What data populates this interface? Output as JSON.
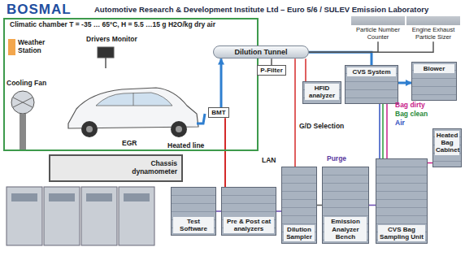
{
  "diagram": {
    "title": "Automotive Research & Development Institute Ltd – Euro 5/6 / SULEV Emission Laboratory",
    "nodes": [
      {
        "text": [
          "Climatic chamber T = -35 … 65ºC, H = 5.5 …15 g H2O/kg dry air"
        ]
      },
      {
        "text": [
          "Weather Station"
        ],
        "in": 0
      },
      {
        "text": [
          "Drivers Monitor"
        ],
        "in": 0
      },
      {
        "text": [
          "Cooling Fan"
        ],
        "in": 0
      },
      {
        "text": [
          "BMT"
        ],
        "in": 0
      },
      {
        "text": [
          "Chassis dynamometer"
        ]
      },
      {
        "text": [
          "Dilution Tunnel"
        ]
      },
      {
        "text": [
          "P-Filter"
        ]
      },
      {
        "text": [
          "HFID analyzer"
        ]
      },
      {
        "text": [
          "Particle Number Counter"
        ]
      },
      {
        "text": [
          "Engine Exhaust Particle Sizer"
        ]
      },
      {
        "text": [
          "CVS System"
        ]
      },
      {
        "text": [
          "Blower"
        ]
      },
      {
        "text": [
          "Heated Bag Cabinet"
        ]
      },
      {
        "text": [
          "Test Software"
        ]
      },
      {
        "text": [
          "Pre & Post cat analyzers"
        ]
      },
      {
        "text": [
          "Dilution Sampler"
        ]
      },
      {
        "text": [
          "Emission Analyzer Bench"
        ]
      },
      {
        "text": [
          "CVS Bag Sampling Unit"
        ]
      }
    ],
    "edges": [
      {
        "from": 4,
        "to": 6,
        "arrow": "to"
      },
      {
        "from": 6,
        "to": 11,
        "arrow": "none"
      },
      {
        "from": 6,
        "to": 7,
        "arrow": "none"
      },
      {
        "from": 6,
        "to": 8,
        "arrow": "none"
      },
      {
        "from": 6,
        "to": 9,
        "arrow": "none"
      },
      {
        "from": 6,
        "to": 10,
        "arrow": "none"
      },
      {
        "from": 11,
        "to": 12,
        "arrow": "to"
      },
      {
        "from": 4,
        "to": 15,
        "arrow": "none"
      },
      {
        "from": 6,
        "to": 16,
        "arrow": "none"
      },
      {
        "from": 11,
        "to": 18,
        "arrow": "none"
      },
      {
        "from": 18,
        "to": 13,
        "arrow": "none"
      },
      {
        "from": 16,
        "to": 17,
        "arrow": "none"
      },
      {
        "from": 17,
        "to": 18,
        "arrow": "none"
      },
      {
        "from": 14,
        "to": 15,
        "arrow": "none"
      },
      {
        "from": 15,
        "to": 16,
        "arrow": "none"
      }
    ],
    "labels": [
      "BOSMAL",
      "EGR",
      "Heated line",
      "G/D Selection",
      "LAN",
      "Purge",
      "Bag dirty",
      "Bag clean",
      "Air"
    ]
  }
}
